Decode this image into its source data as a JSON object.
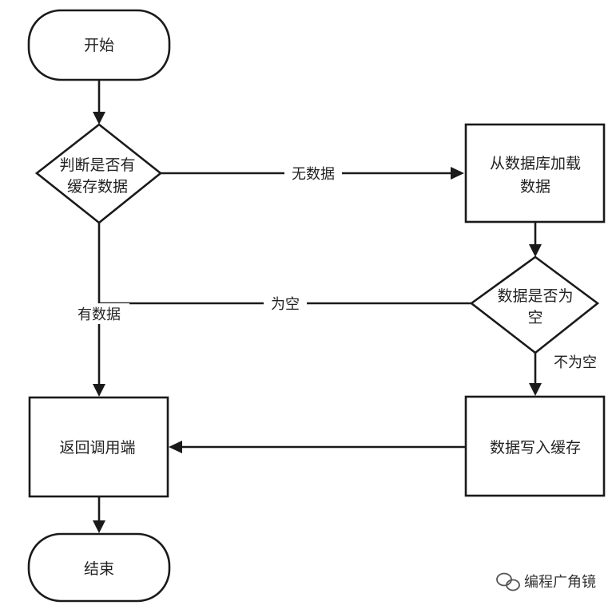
{
  "nodes": {
    "start": "开始",
    "check_cache": [
      "判断是否有",
      "缓存数据"
    ],
    "load_db": [
      "从数据库加载",
      "数据"
    ],
    "check_empty": [
      "数据是否为",
      "空"
    ],
    "return_caller": "返回调用端",
    "write_cache": "数据写入缓存",
    "end": "结束"
  },
  "edges": {
    "no_data": "无数据",
    "has_data": "有数据",
    "is_empty": "为空",
    "not_empty": "不为空"
  },
  "watermark": {
    "text": "编程广角镜",
    "icon": "wechat-icon"
  }
}
